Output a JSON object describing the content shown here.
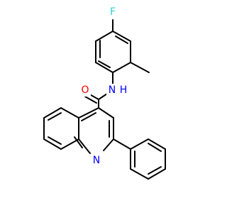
{
  "molecule": {
    "atoms": {
      "fluorine": {
        "symbol": "F",
        "color": "#33cccc"
      },
      "carbonyl_oxygen": {
        "symbol": "O",
        "color": "#ff0000"
      },
      "amide_nitrogen": {
        "symbol": "N",
        "color": "#0000ff"
      },
      "amide_hydrogen": {
        "symbol": "H",
        "color": "#0000ff"
      },
      "ring_nitrogen": {
        "symbol": "N",
        "color": "#0000ff"
      }
    },
    "bond_color": "#000000"
  }
}
